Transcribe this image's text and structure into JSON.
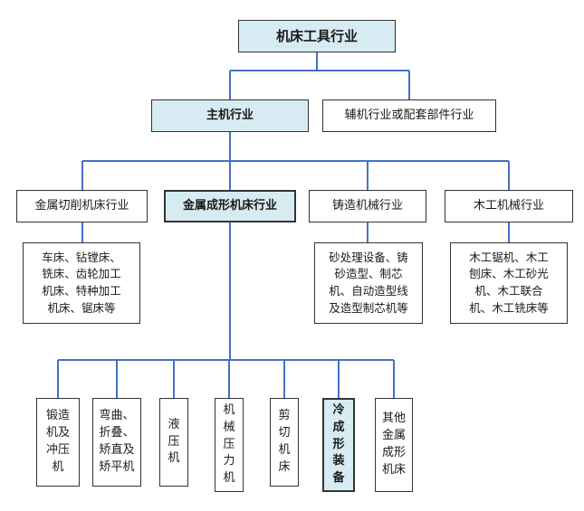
{
  "root": "机床工具行业",
  "level1": {
    "main": "主机行业",
    "aux": "辅机行业或配套部件行业"
  },
  "level2": [
    "金属切削机床行业",
    "金属成形机床行业",
    "铸造机械行业",
    "木工机械行业"
  ],
  "descriptions": {
    "cutting": [
      "车床、钻镗床、",
      "铣床、齿轮加工",
      "机床、特种加工",
      "机床、锯床等"
    ],
    "casting": [
      "砂处理设备、铸",
      "砂造型、制芯",
      "机、自动造型线",
      "及造型制芯机等"
    ],
    "wood": [
      "木工锯机、木工",
      "刨床、木工砂光",
      "机、木工联合",
      "机、木工铣床等"
    ]
  },
  "level3": [
    [
      "锻造",
      "机及",
      "冲压",
      "机"
    ],
    [
      "弯曲、",
      "折叠、",
      "矫直及",
      "矫平机"
    ],
    [
      "液",
      "压",
      "机"
    ],
    [
      "机",
      "械",
      "压",
      "力",
      "机"
    ],
    [
      "剪",
      "切",
      "机",
      "床"
    ],
    [
      "冷",
      "成",
      "形",
      "装",
      "备"
    ],
    [
      "其他",
      "金属",
      "成形",
      "机床"
    ]
  ],
  "colors": {
    "connector": "#4472c4",
    "highlight": "#d6ecf2",
    "border": "#333333"
  }
}
